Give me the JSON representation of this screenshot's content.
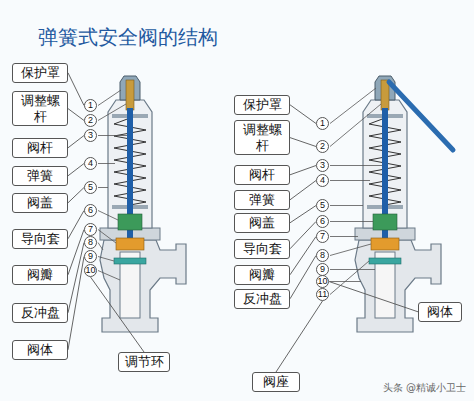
{
  "diagram": {
    "title": "弹簧式安全阀的结构",
    "nodes": [
      {
        "text": [
          "保护罩"
        ]
      },
      {
        "text": [
          "调整螺杆"
        ]
      },
      {
        "text": [
          "阀杆"
        ]
      },
      {
        "text": [
          "弹簧"
        ]
      },
      {
        "text": [
          "阀盖"
        ]
      },
      {
        "text": [
          "导向套"
        ]
      },
      {
        "text": [
          "阀瓣"
        ]
      },
      {
        "text": [
          "反冲盘"
        ]
      },
      {
        "text": [
          "阀体"
        ]
      },
      {
        "text": [
          "调节环"
        ]
      },
      {
        "text": [
          "1"
        ]
      },
      {
        "text": [
          "2"
        ]
      },
      {
        "text": [
          "3"
        ]
      },
      {
        "text": [
          "4"
        ]
      },
      {
        "text": [
          "5"
        ]
      },
      {
        "text": [
          "6"
        ]
      },
      {
        "text": [
          "7"
        ]
      },
      {
        "text": [
          "8"
        ]
      },
      {
        "text": [
          "9"
        ]
      },
      {
        "text": [
          "10"
        ]
      },
      {
        "text": [
          "保护罩"
        ]
      },
      {
        "text": [
          "调整螺杆"
        ]
      },
      {
        "text": [
          "阀杆"
        ]
      },
      {
        "text": [
          "弹簧"
        ]
      },
      {
        "text": [
          "阀盖"
        ]
      },
      {
        "text": [
          "导向套"
        ]
      },
      {
        "text": [
          "阀瓣"
        ]
      },
      {
        "text": [
          "反冲盘"
        ]
      },
      {
        "text": [
          "阀体"
        ]
      },
      {
        "text": [
          "阀座"
        ]
      },
      {
        "text": [
          "1"
        ]
      },
      {
        "text": [
          "2"
        ]
      },
      {
        "text": [
          "3"
        ]
      },
      {
        "text": [
          "4"
        ]
      },
      {
        "text": [
          "5"
        ]
      },
      {
        "text": [
          "6"
        ]
      },
      {
        "text": [
          "7"
        ]
      },
      {
        "text": [
          "8"
        ]
      },
      {
        "text": [
          "9"
        ]
      },
      {
        "text": [
          "10"
        ]
      },
      {
        "text": [
          "11"
        ]
      }
    ],
    "edges": [
      {
        "from": 0,
        "to": 10,
        "arrow": "none"
      },
      {
        "from": 1,
        "to": 11,
        "arrow": "none"
      },
      {
        "from": 2,
        "to": 12,
        "arrow": "none"
      },
      {
        "from": 3,
        "to": 13,
        "arrow": "none"
      },
      {
        "from": 4,
        "to": 14,
        "arrow": "none"
      },
      {
        "from": 5,
        "to": 15,
        "arrow": "none"
      },
      {
        "from": 6,
        "to": 16,
        "arrow": "none"
      },
      {
        "from": 7,
        "to": 17,
        "arrow": "none"
      },
      {
        "from": 8,
        "to": 18,
        "arrow": "none"
      },
      {
        "from": 9,
        "to": 19,
        "arrow": "none"
      },
      {
        "from": 20,
        "to": 30,
        "arrow": "none"
      },
      {
        "from": 21,
        "to": 31,
        "arrow": "none"
      },
      {
        "from": 22,
        "to": 32,
        "arrow": "none"
      },
      {
        "from": 23,
        "to": 33,
        "arrow": "none"
      },
      {
        "from": 24,
        "to": 34,
        "arrow": "none"
      },
      {
        "from": 25,
        "to": 35,
        "arrow": "none"
      },
      {
        "from": 26,
        "to": 36,
        "arrow": "none"
      },
      {
        "from": 27,
        "to": 37,
        "arrow": "none"
      },
      {
        "from": 28,
        "to": 39,
        "arrow": "none"
      },
      {
        "from": 29,
        "to": 40,
        "arrow": "none"
      }
    ],
    "labels": [
      "头条 @精诚小卫士"
    ]
  }
}
